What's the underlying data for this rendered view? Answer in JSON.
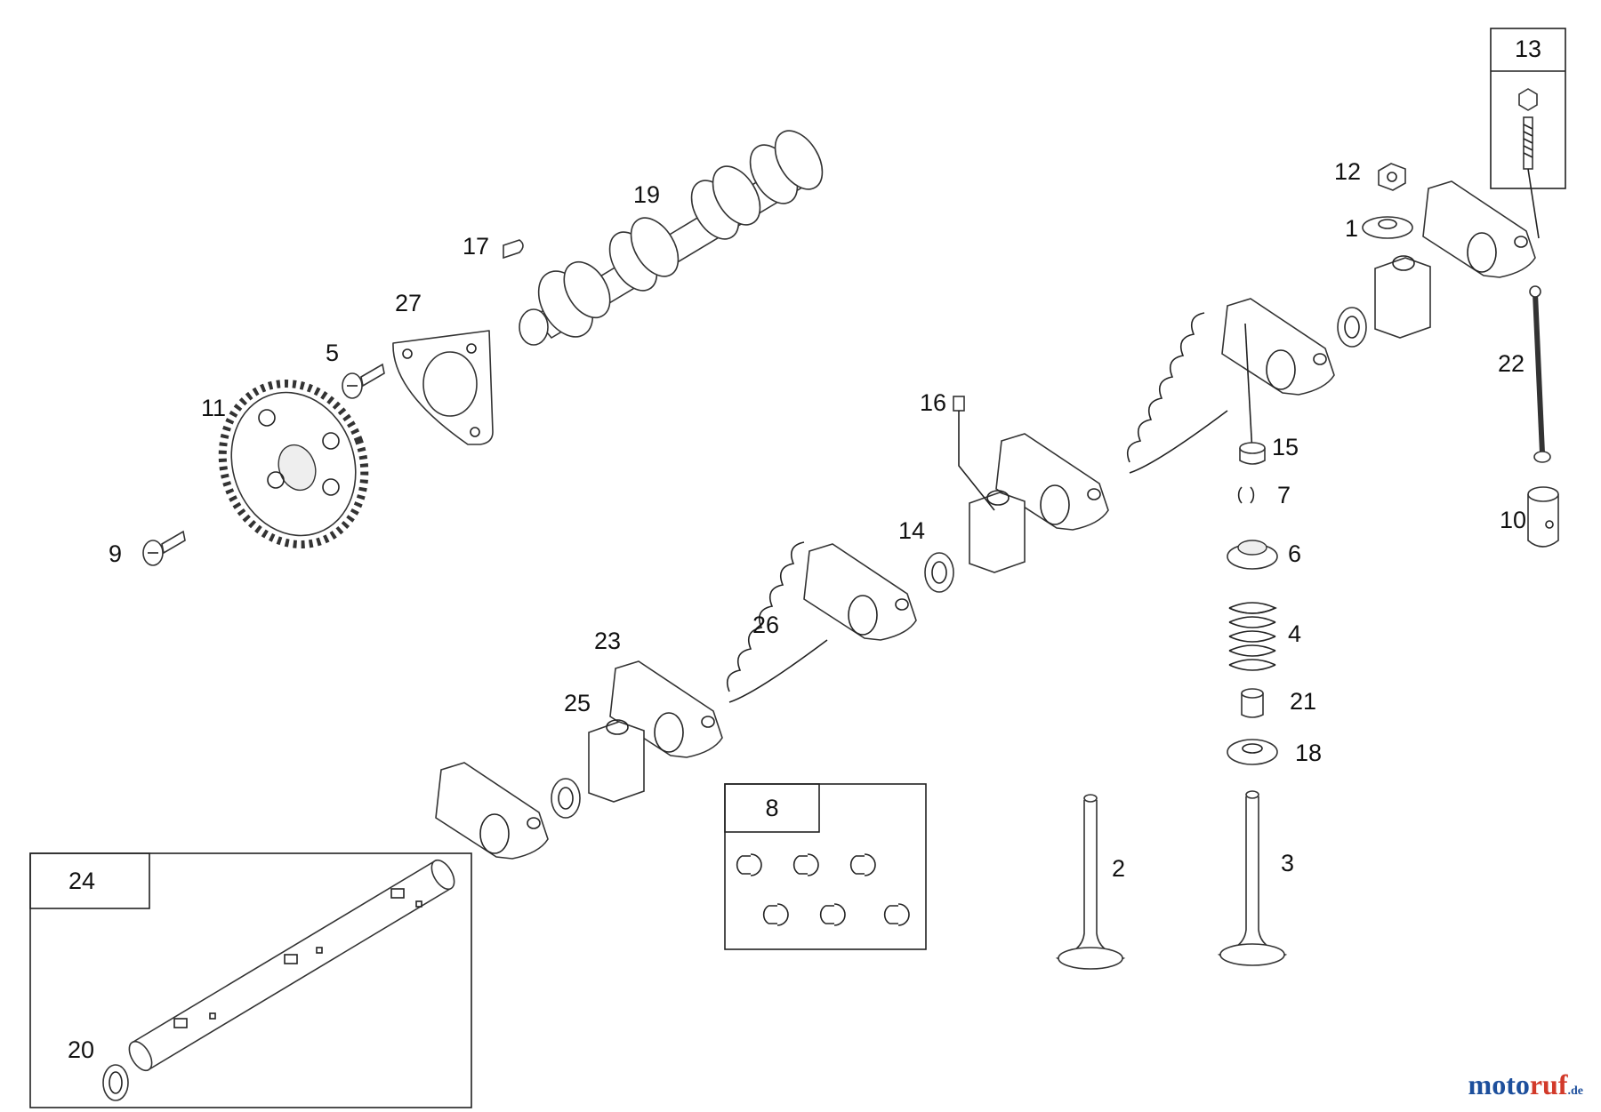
{
  "diagram": {
    "callouts": {
      "p1": "1",
      "p2": "2",
      "p3": "3",
      "p4": "4",
      "p5": "5",
      "p6": "6",
      "p7": "7",
      "p9": "9",
      "p10": "10",
      "p11": "11",
      "p12": "12",
      "p14": "14",
      "p15": "15",
      "p16": "16",
      "p17": "17",
      "p18": "18",
      "p19": "19",
      "p20": "20",
      "p21": "21",
      "p22": "22",
      "p23": "23",
      "p25": "25",
      "p26": "26",
      "p27": "27"
    },
    "boxes": {
      "b8": "8",
      "b13": "13",
      "b24": "24"
    }
  },
  "watermark": {
    "brand_a": "moto",
    "brand_b": "ruf",
    "tld": ".de"
  },
  "colors": {
    "line": "#222222",
    "watermark_blue": "#1d4f9c",
    "watermark_red": "#d23a2a"
  }
}
